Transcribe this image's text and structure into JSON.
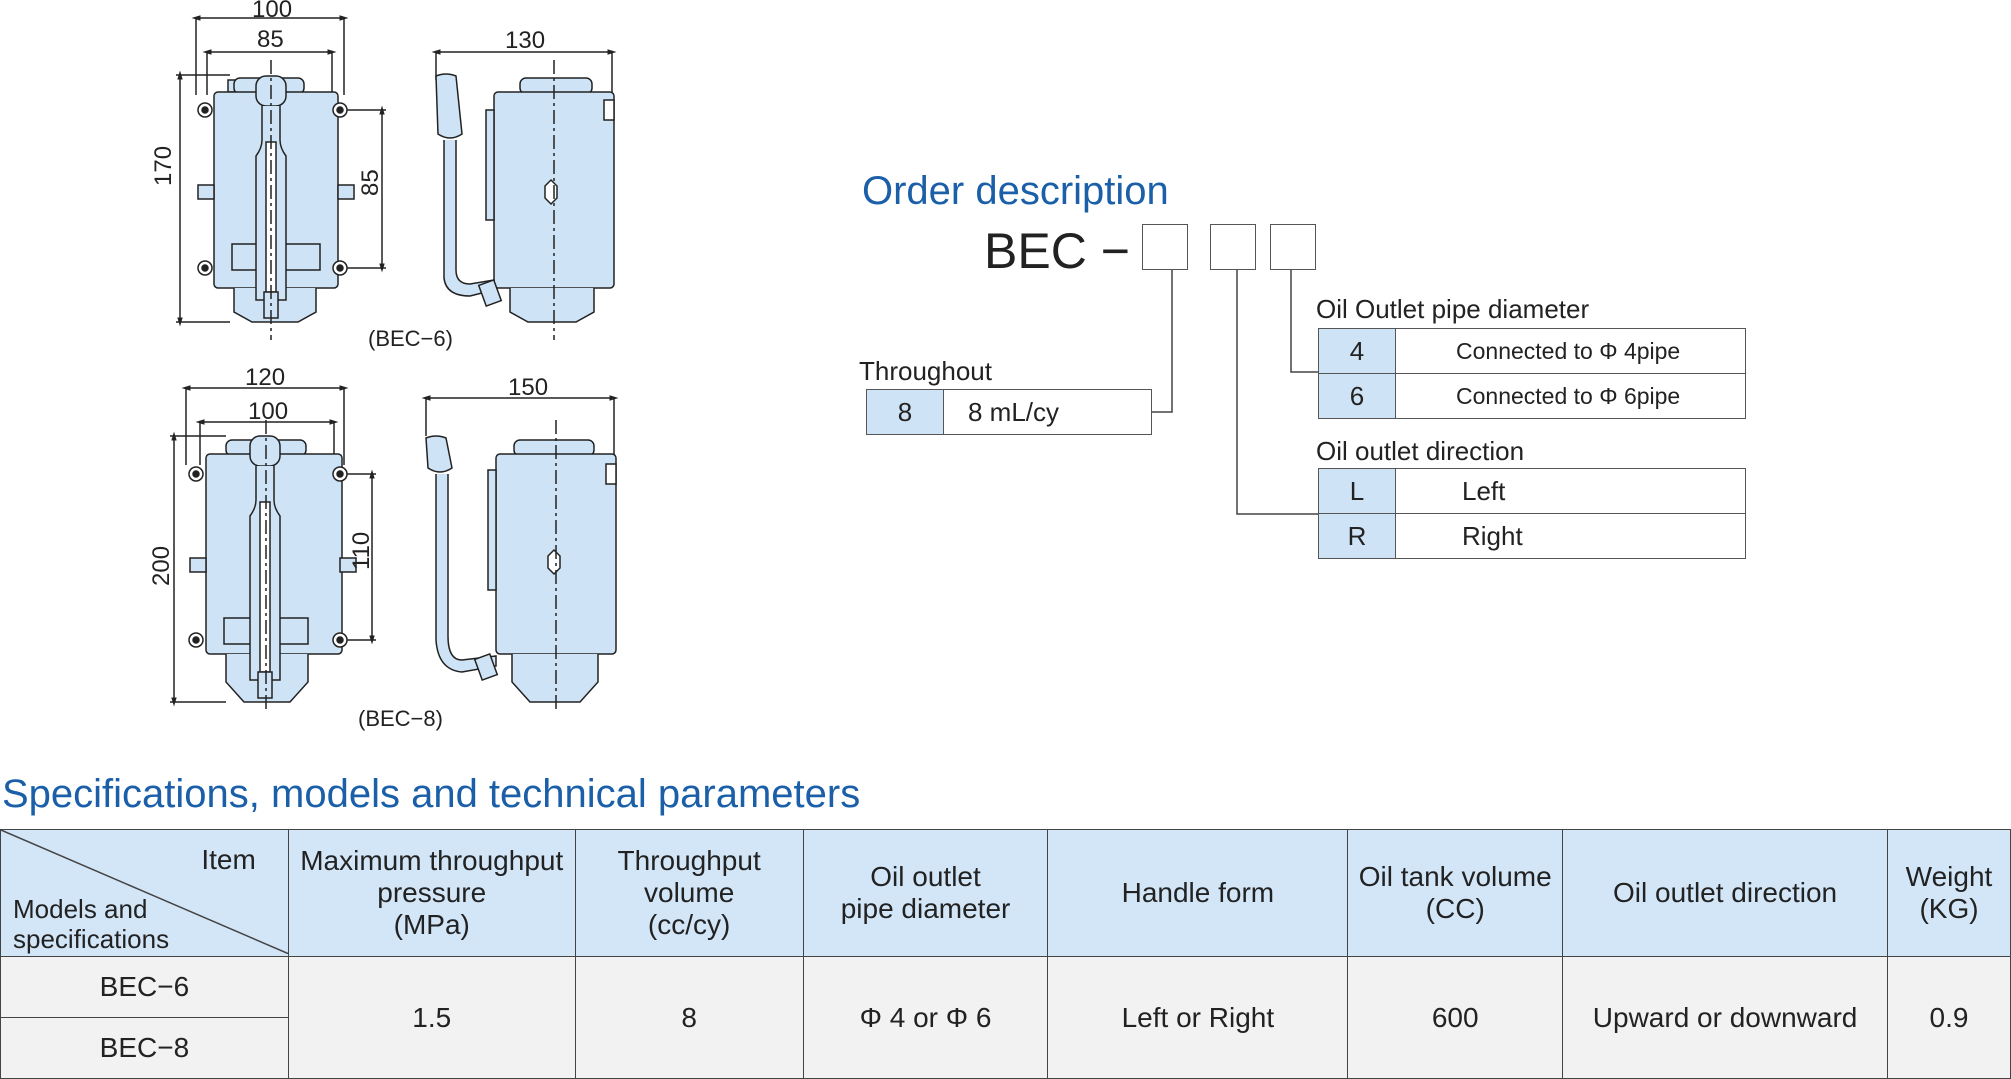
{
  "drawings": {
    "bec6": {
      "caption": "(BEC−6)",
      "dims": {
        "overall_width": "100",
        "mount_width": "85",
        "side_width": "130",
        "overall_height": "170",
        "mount_height": "85"
      }
    },
    "bec8": {
      "caption": "(BEC−8)",
      "dims": {
        "overall_width": "120",
        "mount_width": "100",
        "side_width": "150",
        "overall_height": "200",
        "mount_height": "110"
      }
    }
  },
  "order": {
    "title": "Order description",
    "code_prefix": "BEC −",
    "throughout": {
      "label": "Throughout",
      "rows": [
        {
          "key": "8",
          "value": "8 mL/cy"
        }
      ]
    },
    "pipe_diameter": {
      "label": "Oil Outlet pipe diameter",
      "rows": [
        {
          "key": "4",
          "value": "Connected to Φ 4pipe"
        },
        {
          "key": "6",
          "value": "Connected to Φ 6pipe"
        }
      ]
    },
    "direction": {
      "label": "Oil outlet direction",
      "rows": [
        {
          "key": "L",
          "value": "Left"
        },
        {
          "key": "R",
          "value": "Right"
        }
      ]
    }
  },
  "specs": {
    "title": "Specifications, models and technical parameters",
    "corner_item": "Item",
    "corner_models": "Models and\nspecifications",
    "headers": [
      "Maximum throughput\npressure\n(MPa)",
      "Throughput\nvolume\n(cc/cy)",
      "Oil outlet\npipe diameter",
      "Handle form",
      "Oil tank volume\n(CC)",
      "Oil outlet direction",
      "Weight\n(KG)"
    ],
    "models": [
      "BEC−6",
      "BEC−8"
    ],
    "values": [
      "1.5",
      "8",
      "Φ 4 or Φ 6",
      "Left or Right",
      "600",
      "Upward or downward",
      "0.9"
    ]
  },
  "colors": {
    "accent": "#1a5fa8",
    "header_fill": "#d3e6f8",
    "drawing_fill": "#cfe3f6",
    "cell_fill": "#f2f2f2"
  }
}
